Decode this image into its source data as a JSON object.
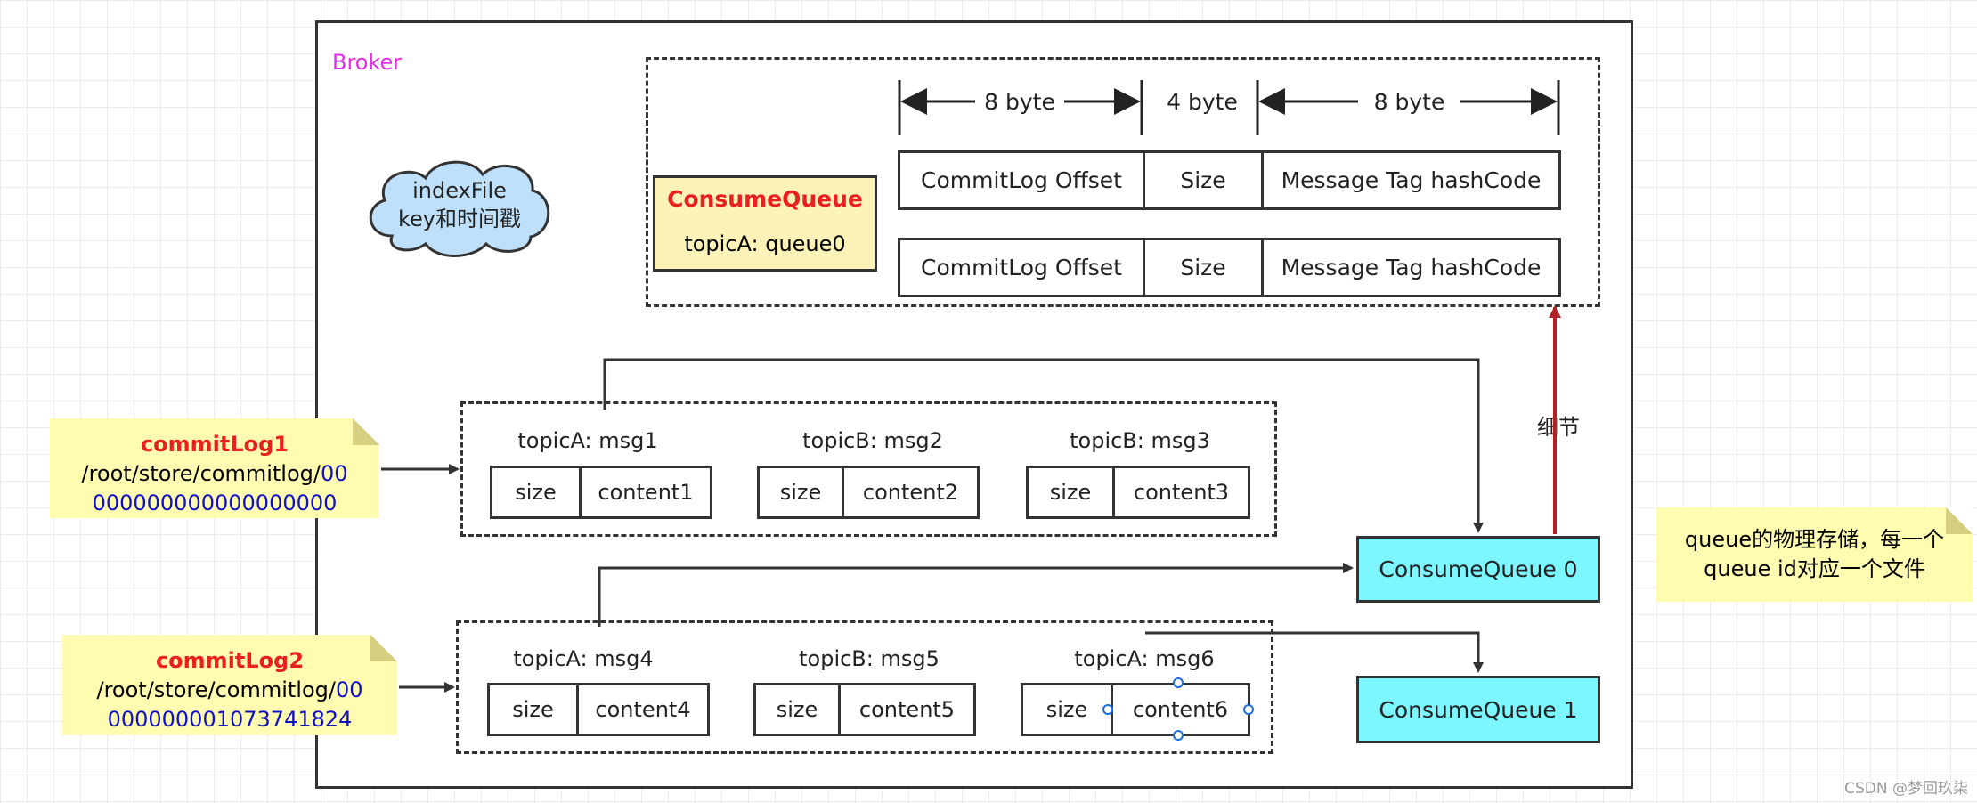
{
  "broker": {
    "title": "Broker"
  },
  "index_cloud": {
    "line1": "indexFile",
    "line2": "key和时间戳"
  },
  "consume_queue_file": {
    "title": "ConsumeQueue",
    "subtitle": "topicA: queue0"
  },
  "layout_header": {
    "seg1": "8 byte",
    "seg2": "4 byte",
    "seg3": "8 byte"
  },
  "queue_rows": [
    {
      "offset": "CommitLog Offset",
      "size": "Size",
      "tag": "Message Tag hashCode"
    },
    {
      "offset": "CommitLog Offset",
      "size": "Size",
      "tag": "Message Tag hashCode"
    }
  ],
  "detail_label": "细节",
  "commitlog1": {
    "title": "commitLog1",
    "path": "/root/store/commitlog/",
    "path_suffix": "00",
    "number": "000000000000000000",
    "messages": [
      {
        "label": "topicA: msg1",
        "size": "size",
        "content": "content1"
      },
      {
        "label": "topicB: msg2",
        "size": "size",
        "content": "content2"
      },
      {
        "label": "topicB: msg3",
        "size": "size",
        "content": "content3"
      }
    ]
  },
  "commitlog2": {
    "title": "commitLog2",
    "path": "/root/store/commitlog/",
    "path_suffix": "00",
    "number": "000000001073741824",
    "messages": [
      {
        "label": "topicA: msg4",
        "size": "size",
        "content": "content4"
      },
      {
        "label": "topicB: msg5",
        "size": "size",
        "content": "content5"
      },
      {
        "label": "topicA: msg6",
        "size": "size",
        "content": "content6"
      }
    ]
  },
  "consume_queue_0": "ConsumeQueue 0",
  "consume_queue_1": "ConsumeQueue 1",
  "side_note": {
    "line1": "queue的物理存储，每一个",
    "line2": "queue id对应一个文件"
  },
  "watermark": "CSDN @梦回玖柒",
  "colors": {
    "accent_red": "#e82020",
    "cyan": "#7cf7ff",
    "note_yellow": "#fffbb0",
    "broker_magenta": "#e030e0",
    "arrow_red": "#b22222"
  }
}
